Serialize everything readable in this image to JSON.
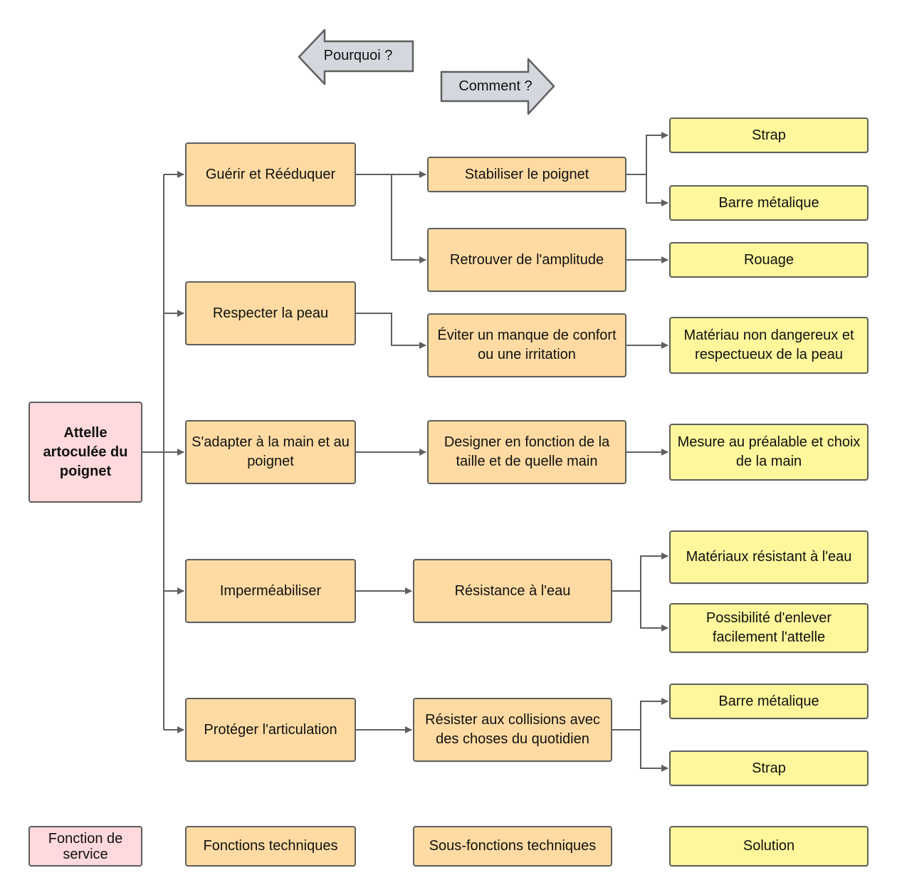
{
  "arrows": {
    "pourquoi": "Pourquoi ?",
    "comment": "Comment ?"
  },
  "colors": {
    "service": "#ffd9dc",
    "technical": "#ffdba3",
    "solution": "#fff79c",
    "arrow_fill": "#d4d8de",
    "border": "#5f5f5f"
  },
  "root": {
    "label": "Attelle artoculée du poignet"
  },
  "functions": [
    "Guérir et Rééduquer",
    "Respecter la peau",
    "S'adapter à la main et au poignet",
    "Imperméabiliser",
    "Protéger l'articulation"
  ],
  "subfunctions": [
    "Stabiliser le poignet",
    "Retrouver de l'amplitude",
    "Éviter un manque de confort ou une irritation",
    "Designer en fonction de la taille et de quelle main",
    "Résistance à l'eau",
    "Résister aux collisions avec des choses du quotidien"
  ],
  "solutions": [
    "Strap",
    "Barre métalique",
    "Rouage",
    "Matériau non dangereux et respectueux de la peau",
    "Mesure au préalable et choix de la main",
    "Matériaux résistant à l'eau",
    "Possibilité d'enlever facilement l'attelle",
    "Barre métalique",
    "Strap"
  ],
  "legend": {
    "service": "Fonction de service",
    "technical": "Fonctions techniques",
    "sub": "Sous-fonctions techniques",
    "solution": "Solution"
  }
}
